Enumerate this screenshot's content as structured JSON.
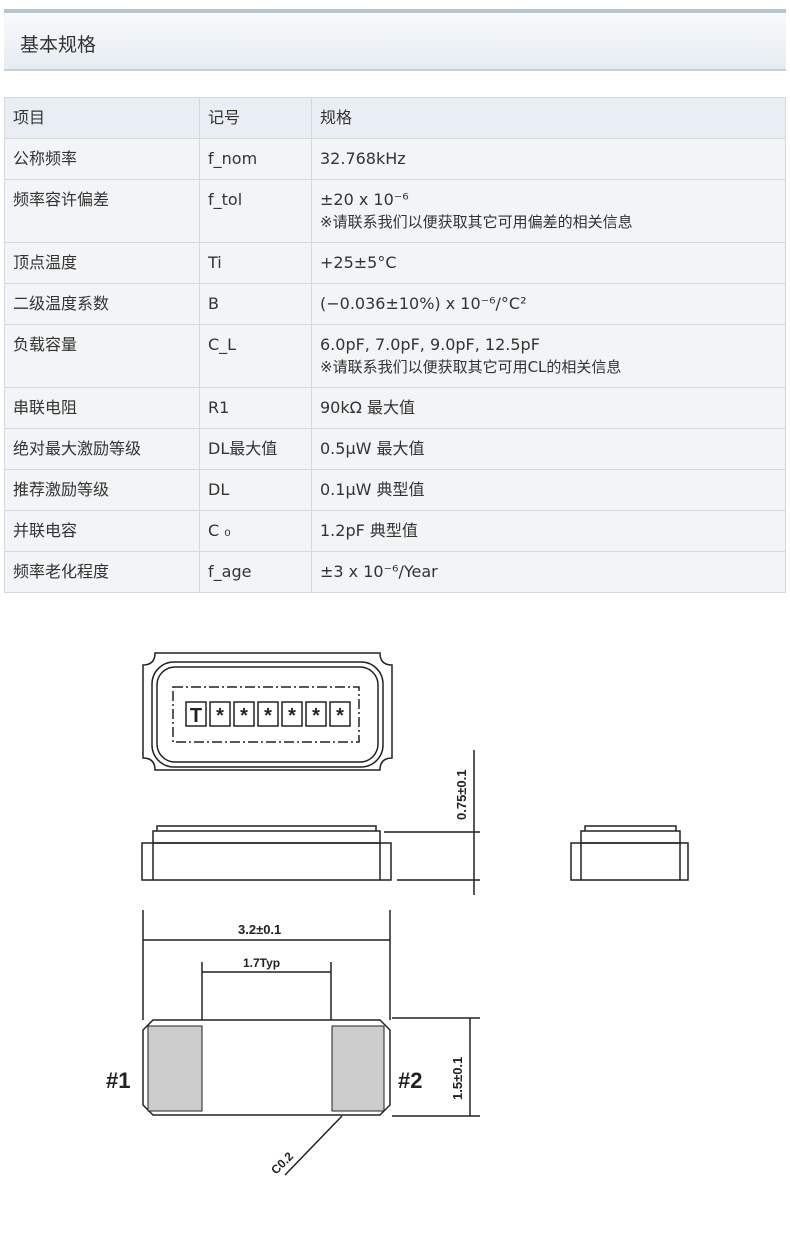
{
  "section_title": "基本规格",
  "table": {
    "headers": [
      "项目",
      "记号",
      "规格"
    ],
    "rows": [
      {
        "item": "公称频率",
        "symbol": "f_nom",
        "spec": "32.768kHz",
        "note": ""
      },
      {
        "item": "频率容许偏差",
        "symbol": "f_tol",
        "spec": "±20 x 10⁻⁶",
        "note": "※请联系我们以便获取其它可用偏差的相关信息"
      },
      {
        "item": "顶点温度",
        "symbol": "Ti",
        "spec": "+25±5°C",
        "note": ""
      },
      {
        "item": "二级温度系数",
        "symbol": "B",
        "spec": "(−0.036±10%) x 10⁻⁶/°C²",
        "note": ""
      },
      {
        "item": "负载容量",
        "symbol": "C_L",
        "spec": "6.0pF, 7.0pF, 9.0pF, 12.5pF",
        "note": "※请联系我们以便获取其它可用CL的相关信息"
      },
      {
        "item": "串联电阻",
        "symbol": "R1",
        "spec": "90kΩ 最大值",
        "note": ""
      },
      {
        "item": "绝对最大激励等级",
        "symbol": "DL最大值",
        "spec": "0.5μW 最大值",
        "note": ""
      },
      {
        "item": "推荐激励等级",
        "symbol": "DL",
        "spec": "0.1μW 典型值",
        "note": ""
      },
      {
        "item": "并联电容",
        "symbol": "C ₀",
        "spec": "1.2pF 典型值",
        "note": ""
      },
      {
        "item": "频率老化程度",
        "symbol": "f_age",
        "spec": "±3 x 10⁻⁶/Year",
        "note": ""
      }
    ]
  },
  "drawing": {
    "marking": [
      "T",
      "*",
      "*",
      "*",
      "*",
      "*",
      "*"
    ],
    "height_dim": "0.75±0.1",
    "length_dim": "3.2±0.1",
    "pad_gap_dim": "1.7Typ",
    "width_dim": "1.5±0.1",
    "pin1": "#1",
    "pin2": "#2",
    "chamfer": "C0.2"
  }
}
